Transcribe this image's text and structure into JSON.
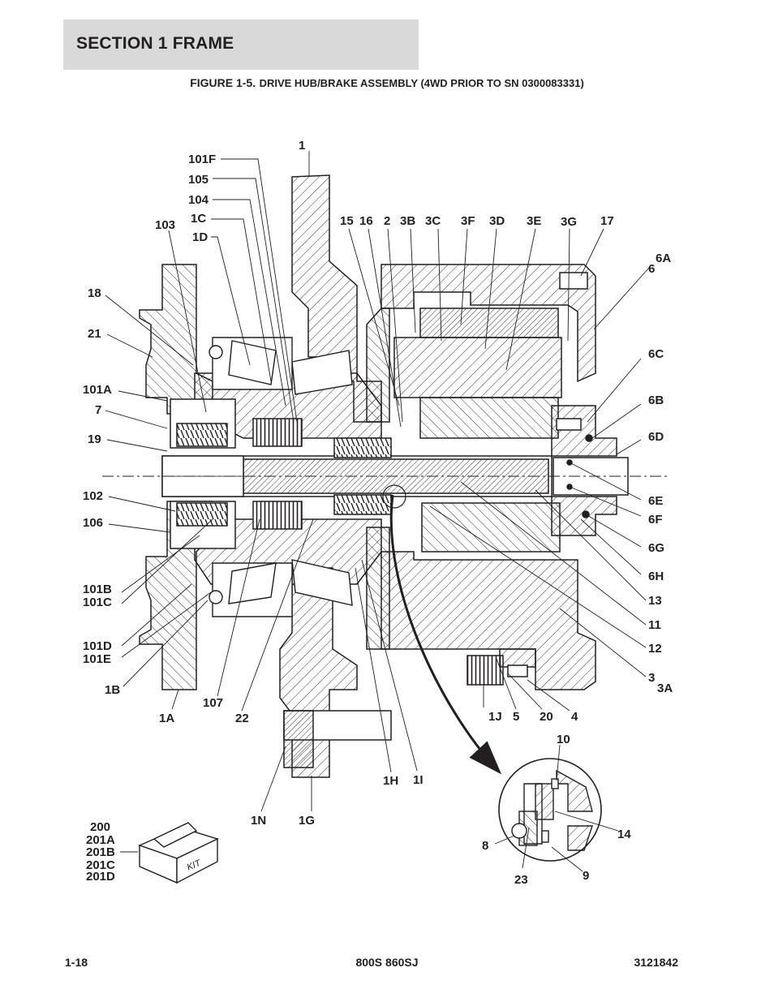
{
  "section": {
    "title": "SECTION 1  FRAME"
  },
  "figure": {
    "number": "FIGURE 1-5.",
    "title": "DRIVE HUB/BRAKE ASSEMBLY (4WD PRIOR TO SN 0300083331)"
  },
  "callouts": {
    "c1": "1",
    "c101F": "101F",
    "c105": "105",
    "c104": "104",
    "c1C": "1C",
    "c1D": "1D",
    "c103": "103",
    "c15": "15",
    "c16": "16",
    "c2": "2",
    "c3B": "3B",
    "c3C": "3C",
    "c3F": "3F",
    "c3D": "3D",
    "c3E": "3E",
    "c3G": "3G",
    "c17": "17",
    "c6A": "6A",
    "c6": "6",
    "c18": "18",
    "c21": "21",
    "c6C": "6C",
    "c101A": "101A",
    "c7": "7",
    "c6B": "6B",
    "c19": "19",
    "c6D": "6D",
    "c6E": "6E",
    "c102": "102",
    "c6F": "6F",
    "c106": "106",
    "c6G": "6G",
    "c6H": "6H",
    "c101B": "101B",
    "c101C": "101C",
    "c13": "13",
    "c11": "11",
    "c101D": "101D",
    "c101E": "101E",
    "c12": "12",
    "c3": "3",
    "c3A": "3A",
    "c1B": "1B",
    "c107": "107",
    "c1A": "1A",
    "c22": "22",
    "c1J": "1J",
    "c5": "5",
    "c20": "20",
    "c4": "4",
    "c10": "10",
    "c1H": "1H",
    "c1I": "1I",
    "c1N": "1N",
    "c1G": "1G",
    "c14": "14",
    "c8": "8",
    "c9": "9",
    "c23": "23",
    "c200": "200",
    "c201A": "201A",
    "c201B": "201B",
    "c201C": "201C",
    "c201D": "201D"
  },
  "kit": {
    "label": "KIT"
  },
  "footer": {
    "page": "1-18",
    "model": "800S 860SJ",
    "doc_number": "3121842"
  }
}
